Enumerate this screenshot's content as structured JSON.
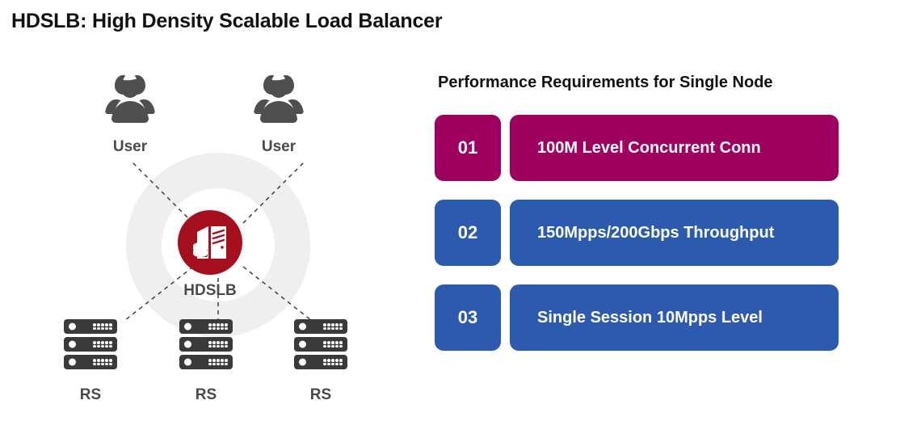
{
  "slide": {
    "title": "HDSLB: High Density Scalable Load Balancer"
  },
  "diagram": {
    "users": [
      {
        "label": "User",
        "icon": "users-group-icon"
      },
      {
        "label": "User",
        "icon": "users-group-icon"
      }
    ],
    "center": {
      "label": "HDSLB",
      "icon": "server-database-icon",
      "color": "#A5101C"
    },
    "backends": [
      {
        "label": "RS",
        "icon": "server-rack-icon"
      },
      {
        "label": "RS",
        "icon": "server-rack-icon"
      },
      {
        "label": "RS",
        "icon": "server-rack-icon"
      }
    ],
    "ring_color": "#EFEFEF",
    "link_style": "dashed",
    "link_color": "#333333",
    "node_label_color": "#4a4a4a",
    "rack_color": "#3A3A3C"
  },
  "panel": {
    "title": "Performance Requirements for Single Node",
    "requirements": [
      {
        "number": "01",
        "text": "100M Level Concurrent Conn",
        "color": "#9E0060"
      },
      {
        "number": "02",
        "text": "150Mpps/200Gbps Throughput",
        "color": "#2C5AAE"
      },
      {
        "number": "03",
        "text": "Single Session 10Mpps Level",
        "color": "#2C5AAE"
      }
    ]
  }
}
